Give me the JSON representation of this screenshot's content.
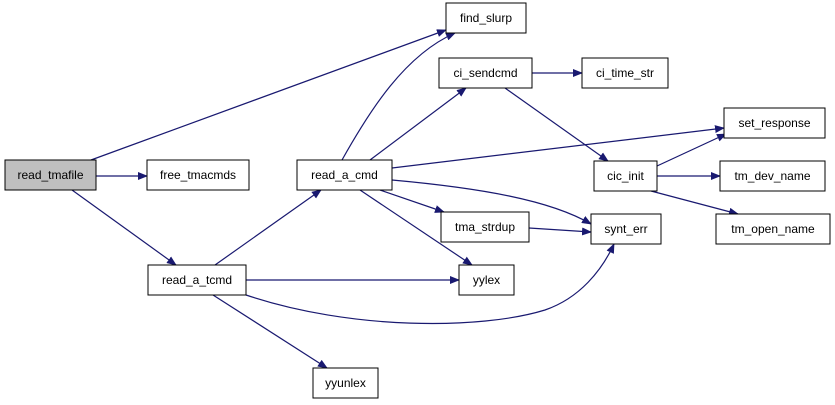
{
  "colors": {
    "node_fill": "#ffffff",
    "root_fill": "#bfbfbf",
    "edge": "#191970",
    "border": "#000000"
  },
  "nodes": [
    {
      "id": "read_tmafile",
      "label": "read_tmafile",
      "root": true
    },
    {
      "id": "free_tmacmds",
      "label": "free_tmacmds"
    },
    {
      "id": "read_a_tcmd",
      "label": "read_a_tcmd"
    },
    {
      "id": "read_a_cmd",
      "label": "read_a_cmd"
    },
    {
      "id": "find_slurp",
      "label": "find_slurp"
    },
    {
      "id": "ci_sendcmd",
      "label": "ci_sendcmd"
    },
    {
      "id": "ci_time_str",
      "label": "ci_time_str"
    },
    {
      "id": "tma_strdup",
      "label": "tma_strdup"
    },
    {
      "id": "yylex",
      "label": "yylex"
    },
    {
      "id": "yyunlex",
      "label": "yyunlex"
    },
    {
      "id": "synt_err",
      "label": "synt_err"
    },
    {
      "id": "cic_init",
      "label": "cic_init"
    },
    {
      "id": "set_response",
      "label": "set_response"
    },
    {
      "id": "tm_dev_name",
      "label": "tm_dev_name"
    },
    {
      "id": "tm_open_name",
      "label": "tm_open_name"
    }
  ],
  "edges": [
    {
      "from": "read_tmafile",
      "to": "find_slurp"
    },
    {
      "from": "read_tmafile",
      "to": "free_tmacmds"
    },
    {
      "from": "read_tmafile",
      "to": "read_a_tcmd"
    },
    {
      "from": "read_a_tcmd",
      "to": "read_a_cmd"
    },
    {
      "from": "read_a_tcmd",
      "to": "yylex"
    },
    {
      "from": "read_a_tcmd",
      "to": "synt_err"
    },
    {
      "from": "read_a_tcmd",
      "to": "yyunlex"
    },
    {
      "from": "read_a_cmd",
      "to": "find_slurp"
    },
    {
      "from": "read_a_cmd",
      "to": "ci_sendcmd"
    },
    {
      "from": "read_a_cmd",
      "to": "set_response"
    },
    {
      "from": "read_a_cmd",
      "to": "synt_err"
    },
    {
      "from": "read_a_cmd",
      "to": "tma_strdup"
    },
    {
      "from": "read_a_cmd",
      "to": "yylex"
    },
    {
      "from": "ci_sendcmd",
      "to": "ci_time_str"
    },
    {
      "from": "ci_sendcmd",
      "to": "cic_init"
    },
    {
      "from": "tma_strdup",
      "to": "synt_err"
    },
    {
      "from": "cic_init",
      "to": "set_response"
    },
    {
      "from": "cic_init",
      "to": "tm_dev_name"
    },
    {
      "from": "cic_init",
      "to": "tm_open_name"
    }
  ]
}
